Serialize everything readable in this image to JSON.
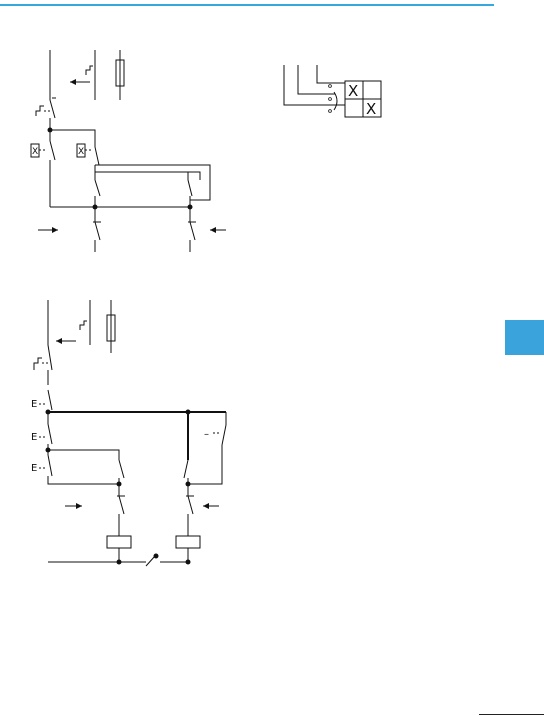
{
  "diagram": {
    "upper_circuit": {
      "device_markers": [
        "X",
        "X"
      ],
      "switch_table": {
        "rows": [
          [
            "X",
            ""
          ],
          [
            "",
            "X"
          ]
        ]
      }
    },
    "lower_circuit": {
      "push_button_markers": [
        "E",
        "E",
        "E"
      ],
      "dash_marker": "–"
    }
  },
  "colors": {
    "accent": "#35a9dc",
    "side_tab": "#3aa3dc",
    "line": "#111111"
  }
}
